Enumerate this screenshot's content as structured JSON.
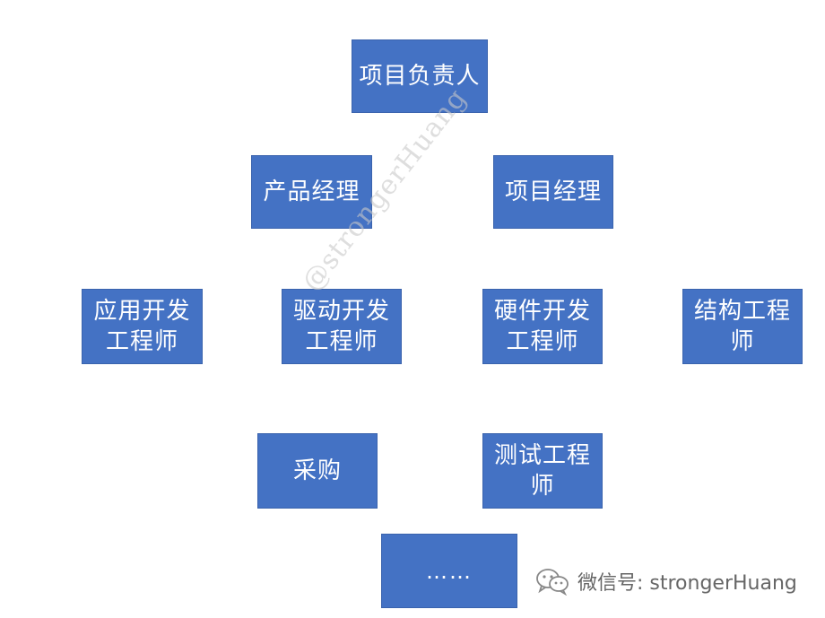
{
  "boxes": {
    "leader": "项目负责人",
    "product_manager": "产品经理",
    "project_manager": "项目经理",
    "app_engineer": "应用开发\n工程师",
    "driver_engineer": "驱动开发\n工程师",
    "hardware_engineer": "硬件开发\n工程师",
    "mechanical_engineer": "结构工程\n师",
    "procurement": "采购",
    "test_engineer": "测试工程\n师",
    "more": "……"
  },
  "watermark": "@strongerHuang",
  "footer": {
    "wechat_label": "微信号: strongerHuang"
  },
  "colors": {
    "box_fill": "#4472C4",
    "box_text": "#ffffff"
  }
}
